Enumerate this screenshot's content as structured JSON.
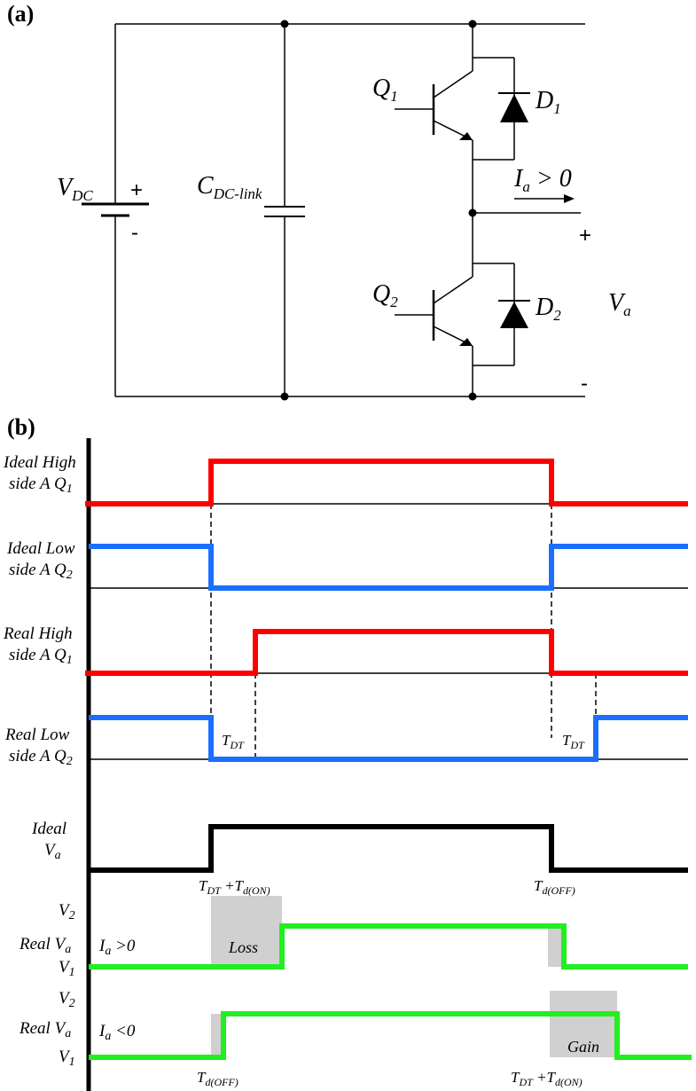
{
  "panel_a": {
    "label": "(a)",
    "source": {
      "main": "V",
      "sub": "DC",
      "plus": "+",
      "minus": "-"
    },
    "capacitor": {
      "main": "C",
      "sub": "DC-link"
    },
    "q1": {
      "main": "Q",
      "sub": "1"
    },
    "q2": {
      "main": "Q",
      "sub": "2"
    },
    "d1": {
      "main": "D",
      "sub": "1"
    },
    "d2": {
      "main": "D",
      "sub": "2"
    },
    "current": {
      "main": "I",
      "sub": "a",
      "tail": " > 0"
    },
    "output": {
      "main": "V",
      "sub": "a",
      "plus": "+",
      "minus": "-"
    }
  },
  "panel_b": {
    "label": "(b)",
    "rows": [
      {
        "line1": "Ideal High",
        "line2_main": "side A Q",
        "line2_sub": "1",
        "color": "#ff0000"
      },
      {
        "line1": "Ideal Low",
        "line2_main": "side A Q",
        "line2_sub": "2",
        "color": "#1a6fff"
      },
      {
        "line1": "Real High",
        "line2_main": "side A Q",
        "line2_sub": "1",
        "color": "#ff0000"
      },
      {
        "line1": "Real Low",
        "line2_main": "side A Q",
        "line2_sub": "2",
        "color": "#1a6fff"
      },
      {
        "line1": "Ideal",
        "line2_main": "V",
        "line2_sub": "a",
        "color": "#000000"
      },
      {
        "line1": "Real V",
        "line1_sub": "a",
        "color": "#22ee22"
      },
      {
        "line1": "Real V",
        "line1_sub": "a",
        "color": "#22ee22"
      }
    ],
    "tdt_left": {
      "main": "T",
      "sub": "DT"
    },
    "tdt_right": {
      "main": "T",
      "sub": "DT"
    },
    "ann_on_main": "T",
    "ann_on_sub": "DT",
    "ann_on_plus": " +T",
    "ann_on_sub2": "d(ON)",
    "ann_off_main": "T",
    "ann_off_sub": "d(OFF)",
    "v2": {
      "main": "V",
      "sub": "2"
    },
    "v1": {
      "main": "V",
      "sub": "1"
    },
    "ia_pos": {
      "main": "I",
      "sub": "a",
      "tail": " >0"
    },
    "ia_neg": {
      "main": "I",
      "sub": "a",
      "tail": " <0"
    },
    "loss": "Loss",
    "gain": "Gain",
    "bottom_left": {
      "main": "T",
      "sub": "d(OFF)"
    },
    "bottom_right": {
      "main": "T",
      "sub": "DT",
      "plus": " +T",
      "sub2": "d(ON)"
    }
  }
}
